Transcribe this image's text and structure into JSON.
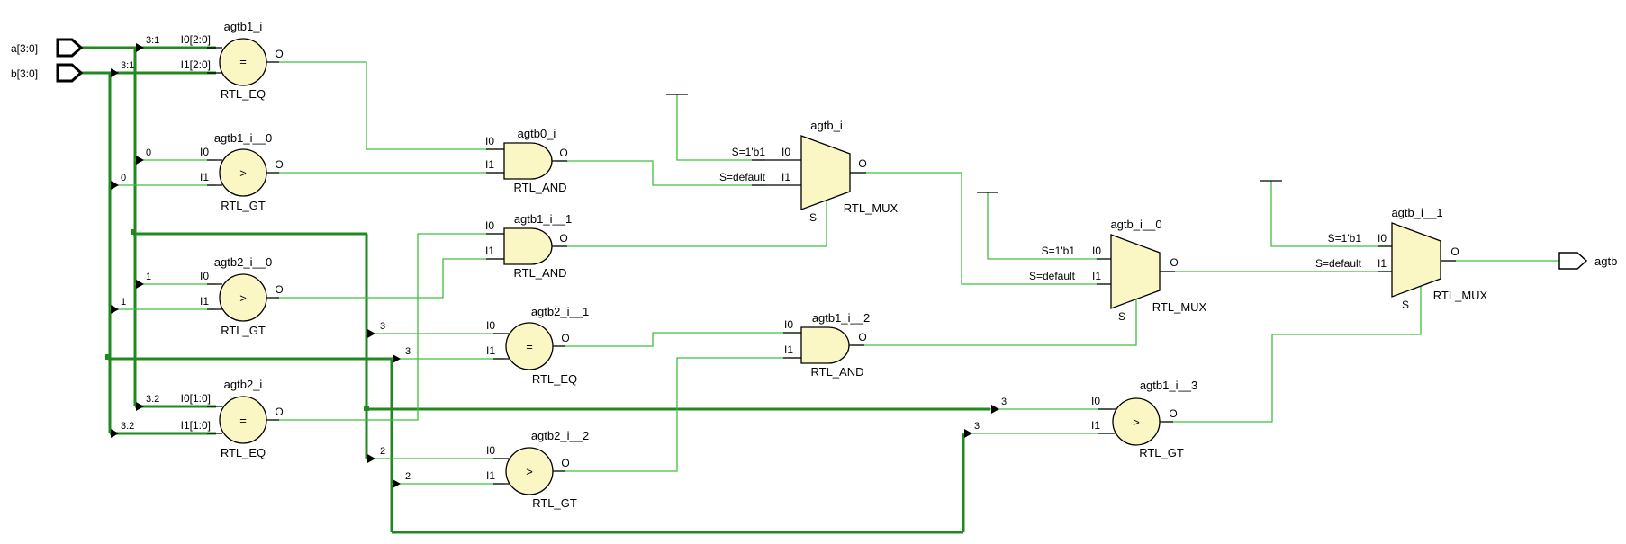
{
  "ports": {
    "a": "a[3:0]",
    "b": "b[3:0]",
    "out": "agtb"
  },
  "cells": {
    "agtb1_i": {
      "name": "agtb1_i",
      "type": "RTL_EQ",
      "symbol": "=",
      "pin0": "I0[2:0]",
      "pin1": "I1[2:0]",
      "out": "O",
      "slice0": "3:1",
      "slice1": "3:1"
    },
    "agtb1_i__0": {
      "name": "agtb1_i__0",
      "type": "RTL_GT",
      "symbol": ">",
      "pin0": "I0",
      "pin1": "I1",
      "out": "O",
      "slice0": "0",
      "slice1": "0"
    },
    "agtb2_i__0": {
      "name": "agtb2_i__0",
      "type": "RTL_GT",
      "symbol": ">",
      "pin0": "I0",
      "pin1": "I1",
      "out": "O",
      "slice0": "1",
      "slice1": "1"
    },
    "agtb2_i": {
      "name": "agtb2_i",
      "type": "RTL_EQ",
      "symbol": "=",
      "pin0": "I0[1:0]",
      "pin1": "I1[1:0]",
      "out": "O",
      "slice0": "3:2",
      "slice1": "3:2"
    },
    "agtb0_i": {
      "name": "agtb0_i",
      "type": "RTL_AND",
      "pin0": "I0",
      "pin1": "I1",
      "out": "O"
    },
    "agtb1_i__1": {
      "name": "agtb1_i__1",
      "type": "RTL_AND",
      "pin0": "I0",
      "pin1": "I1",
      "out": "O"
    },
    "agtb2_i__1": {
      "name": "agtb2_i__1",
      "type": "RTL_EQ",
      "symbol": "=",
      "pin0": "I0",
      "pin1": "I1",
      "out": "O",
      "slice0": "3",
      "slice1": "3"
    },
    "agtb2_i__2": {
      "name": "agtb2_i__2",
      "type": "RTL_GT",
      "symbol": ">",
      "pin0": "I0",
      "pin1": "I1",
      "out": "O",
      "slice0": "2",
      "slice1": "2"
    },
    "agtb_i": {
      "name": "agtb_i",
      "type": "RTL_MUX",
      "pin0": "I0",
      "pin1": "I1",
      "sel": "S",
      "out": "O",
      "cond0": "S=1'b1",
      "cond1": "S=default"
    },
    "agtb1_i__2": {
      "name": "agtb1_i__2",
      "type": "RTL_AND",
      "pin0": "I0",
      "pin1": "I1",
      "out": "O"
    },
    "agtb_i__0": {
      "name": "agtb_i__0",
      "type": "RTL_MUX",
      "pin0": "I0",
      "pin1": "I1",
      "sel": "S",
      "out": "O",
      "cond0": "S=1'b1",
      "cond1": "S=default"
    },
    "agtb1_i__3": {
      "name": "agtb1_i__3",
      "type": "RTL_GT",
      "symbol": ">",
      "pin0": "I0",
      "pin1": "I1",
      "out": "O",
      "slice0": "3",
      "slice1": "3"
    },
    "agtb_i__1": {
      "name": "agtb_i__1",
      "type": "RTL_MUX",
      "pin0": "I0",
      "pin1": "I1",
      "sel": "S",
      "out": "O",
      "cond0": "S=1'b1",
      "cond1": "S=default"
    }
  }
}
